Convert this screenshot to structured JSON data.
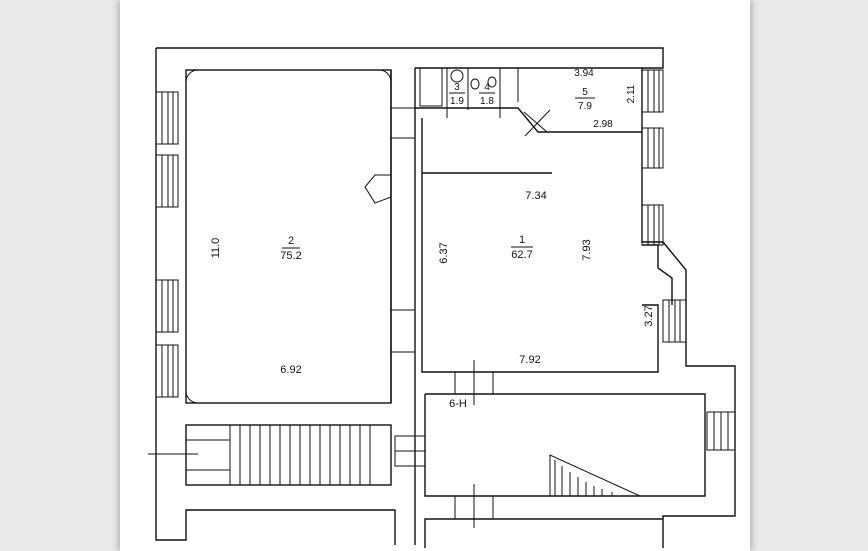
{
  "rooms": {
    "r2": {
      "number": "2",
      "area": "75.2",
      "dim_left": "11.0",
      "dim_bottom": "6.92"
    },
    "r1": {
      "number": "1",
      "area": "62.7",
      "dim_top": "7.34",
      "dim_left": "6.37",
      "dim_right": "7.93",
      "dim_bottom": "7.92"
    },
    "r3": {
      "number": "3",
      "area": "1.9"
    },
    "r4": {
      "number": "4",
      "area": "1.8"
    },
    "r5": {
      "number": "5",
      "area": "7.9",
      "dim_top": "3.94",
      "dim_right": "2.11",
      "dim_bottom": "2.98"
    },
    "r6": {
      "label": "6-Н"
    },
    "corridor": {
      "dim": "3.27"
    }
  }
}
